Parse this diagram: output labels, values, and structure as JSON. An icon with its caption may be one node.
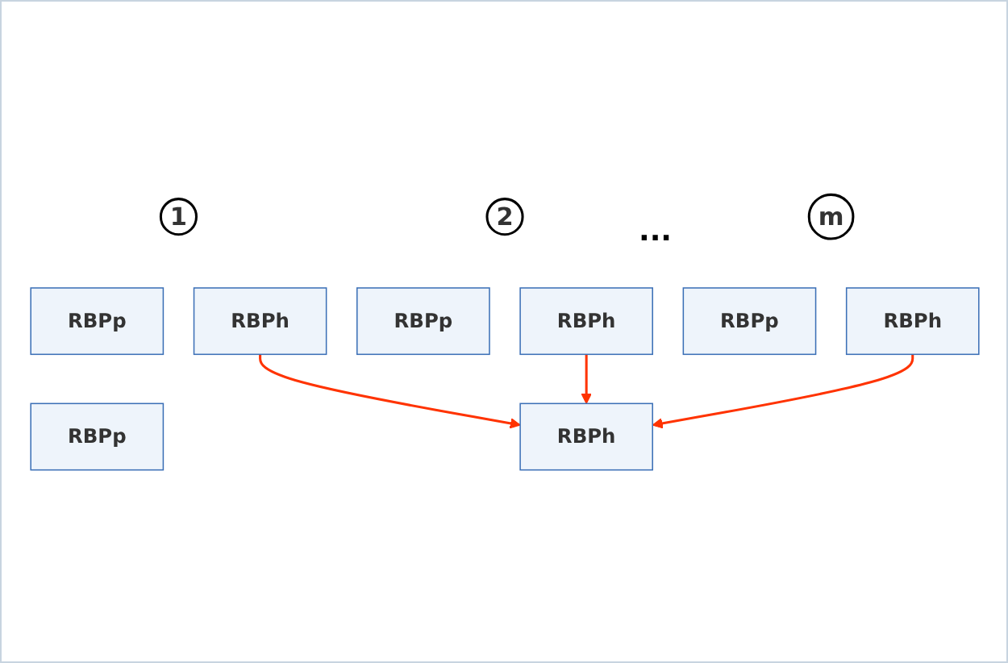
{
  "diagram": {
    "nodes": [
      {
        "text": [
          "1"
        ]
      },
      {
        "text": [
          "2"
        ]
      },
      {
        "text": [
          "m"
        ]
      },
      {
        "text": [
          "RBPh"
        ]
      },
      {
        "text": [
          "RBPp"
        ]
      },
      {
        "text": [
          "RBPh"
        ]
      },
      {
        "text": [
          "RBPp"
        ]
      },
      {
        "text": [
          "RBPh"
        ]
      },
      {
        "text": [
          "RBPp"
        ]
      },
      {
        "text": [
          "RBPh"
        ]
      },
      {
        "text": [
          "RBPp"
        ]
      }
    ],
    "edges": [
      {
        "from": 3,
        "to": 9,
        "arrow": "to"
      },
      {
        "from": 5,
        "to": 9,
        "arrow": "to"
      },
      {
        "from": 7,
        "to": 9,
        "arrow": "to"
      }
    ],
    "labels": [
      "..."
    ]
  }
}
